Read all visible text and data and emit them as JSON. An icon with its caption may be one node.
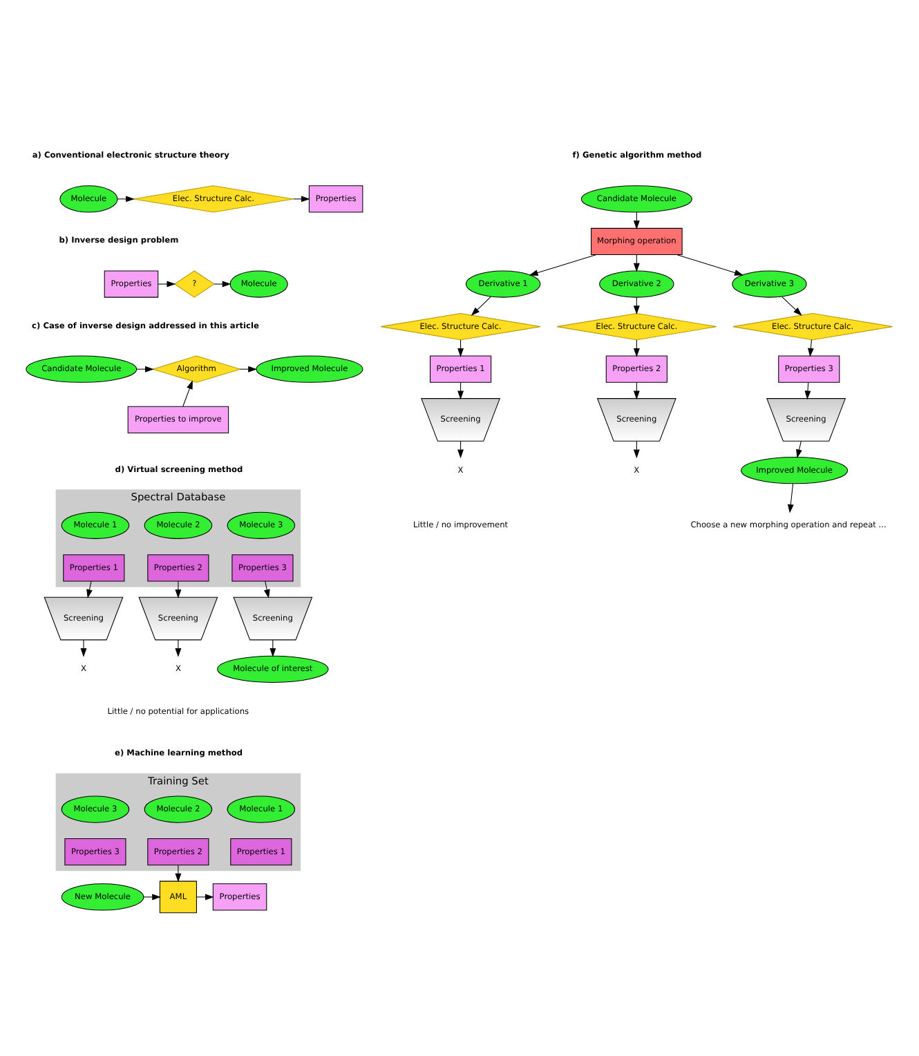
{
  "diagram": {
    "nodes": [
      {
        "text": [
          "Molecule"
        ]
      },
      {
        "text": [
          "Elec. Structure Calc."
        ]
      },
      {
        "text": [
          "Properties"
        ]
      },
      {
        "text": [
          "Properties"
        ]
      },
      {
        "text": [
          "?"
        ]
      },
      {
        "text": [
          "Molecule"
        ]
      },
      {
        "text": [
          "Candidate Molecule"
        ]
      },
      {
        "text": [
          "Properties to improve"
        ]
      },
      {
        "text": [
          "Algorithm"
        ]
      },
      {
        "text": [
          "Improved Molecule"
        ]
      },
      {
        "text": [
          "Spectral Database"
        ]
      },
      {
        "text": [
          "Molecule 1"
        ],
        "in": 10
      },
      {
        "text": [
          "Molecule 2"
        ],
        "in": 10
      },
      {
        "text": [
          "Molecule 3"
        ],
        "in": 10
      },
      {
        "text": [
          "Properties 1"
        ],
        "in": 10
      },
      {
        "text": [
          "Properties 2"
        ],
        "in": 10
      },
      {
        "text": [
          "Properties 3"
        ],
        "in": 10
      },
      {
        "text": [
          "Screening"
        ]
      },
      {
        "text": [
          "Screening"
        ]
      },
      {
        "text": [
          "Screening"
        ]
      },
      {
        "text": [
          "X"
        ]
      },
      {
        "text": [
          "X"
        ]
      },
      {
        "text": [
          "Molecule of interest"
        ]
      },
      {
        "text": [
          "Training Set"
        ]
      },
      {
        "text": [
          "Molecule 1"
        ],
        "in": 23
      },
      {
        "text": [
          "Molecule 2"
        ],
        "in": 23
      },
      {
        "text": [
          "Molecule 3"
        ],
        "in": 23
      },
      {
        "text": [
          "Properties 1"
        ],
        "in": 23
      },
      {
        "text": [
          "Properties 2"
        ],
        "in": 23
      },
      {
        "text": [
          "Properties 3"
        ],
        "in": 23
      },
      {
        "text": [
          "New Molecule"
        ]
      },
      {
        "text": [
          "AML"
        ]
      },
      {
        "text": [
          "Properties"
        ]
      },
      {
        "text": [
          "Candidate Molecule"
        ]
      },
      {
        "text": [
          "Morphing operation"
        ]
      },
      {
        "text": [
          "Derivative 1"
        ]
      },
      {
        "text": [
          "Derivative 2"
        ]
      },
      {
        "text": [
          "Derivative 3"
        ]
      },
      {
        "text": [
          "Elec. Structure Calc."
        ]
      },
      {
        "text": [
          "Elec. Structure Calc."
        ]
      },
      {
        "text": [
          "Elec. Structure Calc."
        ]
      },
      {
        "text": [
          "Properties 1"
        ]
      },
      {
        "text": [
          "Properties 2"
        ]
      },
      {
        "text": [
          "Properties 3"
        ]
      },
      {
        "text": [
          "Screening"
        ]
      },
      {
        "text": [
          "Screening"
        ]
      },
      {
        "text": [
          "Screening"
        ]
      },
      {
        "text": [
          "X"
        ]
      },
      {
        "text": [
          "X"
        ]
      },
      {
        "text": [
          "Improved Molecule"
        ]
      },
      {
        "text": [
          "Choose a new morphing operation and repeat ..."
        ]
      }
    ],
    "edges": [
      {
        "from": 0,
        "to": 1,
        "arrow": "to"
      },
      {
        "from": 1,
        "to": 2,
        "arrow": "to"
      },
      {
        "from": 3,
        "to": 4,
        "arrow": "to"
      },
      {
        "from": 4,
        "to": 5,
        "arrow": "to"
      },
      {
        "from": 6,
        "to": 8,
        "arrow": "to"
      },
      {
        "from": 7,
        "to": 8,
        "arrow": "to"
      },
      {
        "from": 8,
        "to": 9,
        "arrow": "to"
      },
      {
        "from": 14,
        "to": 17,
        "arrow": "to"
      },
      {
        "from": 15,
        "to": 18,
        "arrow": "to"
      },
      {
        "from": 16,
        "to": 19,
        "arrow": "to"
      },
      {
        "from": 17,
        "to": 20,
        "arrow": "to"
      },
      {
        "from": 18,
        "to": 21,
        "arrow": "to"
      },
      {
        "from": 19,
        "to": 22,
        "arrow": "to"
      },
      {
        "from": 28,
        "to": 31,
        "arrow": "to"
      },
      {
        "from": 30,
        "to": 31,
        "arrow": "to"
      },
      {
        "from": 31,
        "to": 32,
        "arrow": "to"
      },
      {
        "from": 33,
        "to": 34,
        "arrow": "to"
      },
      {
        "from": 34,
        "to": 35,
        "arrow": "to"
      },
      {
        "from": 34,
        "to": 36,
        "arrow": "to"
      },
      {
        "from": 34,
        "to": 37,
        "arrow": "to"
      },
      {
        "from": 35,
        "to": 38,
        "arrow": "to"
      },
      {
        "from": 36,
        "to": 39,
        "arrow": "to"
      },
      {
        "from": 37,
        "to": 40,
        "arrow": "to"
      },
      {
        "from": 38,
        "to": 41,
        "arrow": "to"
      },
      {
        "from": 39,
        "to": 42,
        "arrow": "to"
      },
      {
        "from": 40,
        "to": 43,
        "arrow": "to"
      },
      {
        "from": 41,
        "to": 44,
        "arrow": "to"
      },
      {
        "from": 42,
        "to": 45,
        "arrow": "to"
      },
      {
        "from": 43,
        "to": 46,
        "arrow": "to"
      },
      {
        "from": 44,
        "to": 47,
        "arrow": "to"
      },
      {
        "from": 45,
        "to": 48,
        "arrow": "to"
      },
      {
        "from": 46,
        "to": 49,
        "arrow": "to"
      },
      {
        "from": 49,
        "to": 50,
        "arrow": "to"
      }
    ],
    "labels": [
      "a) Conventional electronic structure theory",
      "f) Genetic algorithm method",
      "b) Inverse design problem",
      "c) Case of inverse design addressed in this article",
      "d) Virtual screening method",
      "Little / no improvement",
      "Little / no potential for applications",
      "e) Machine learning method"
    ]
  }
}
